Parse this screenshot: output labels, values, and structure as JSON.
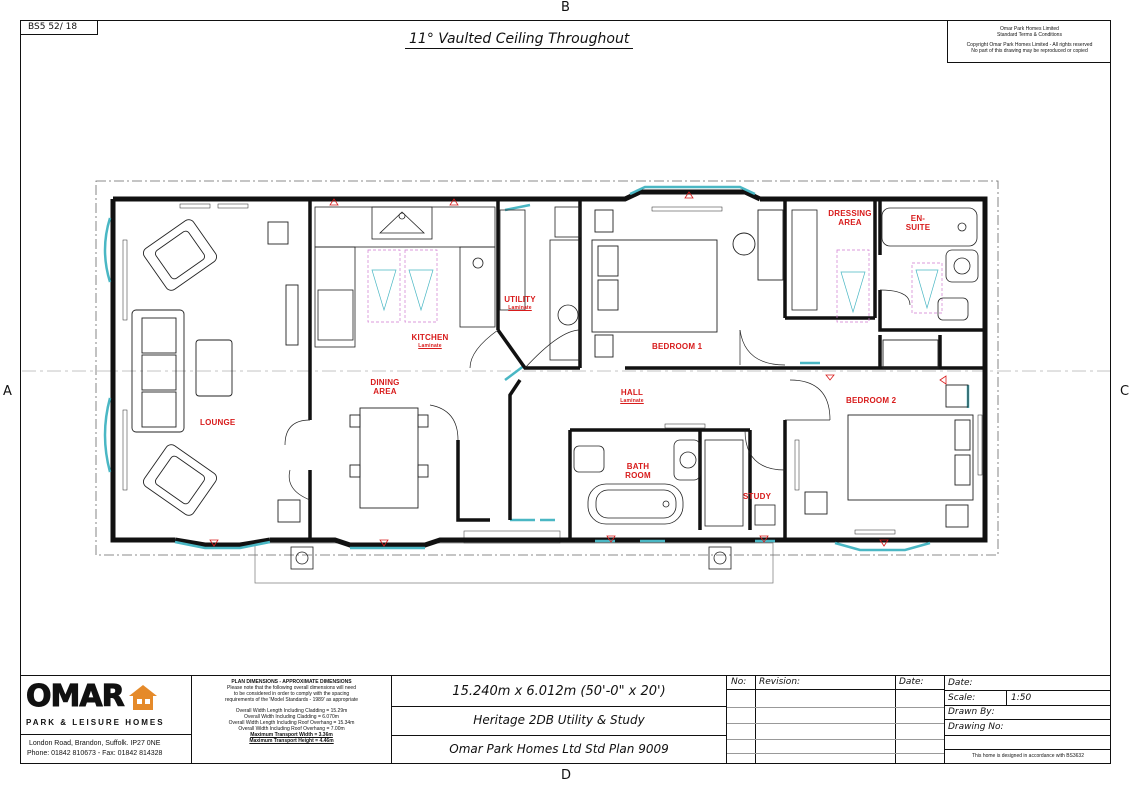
{
  "drawing_ref": "BS5 52/ 18",
  "grid": {
    "top": "B",
    "left": "A",
    "right": "C",
    "bottom": "D"
  },
  "heading": "11° Vaulted Ceiling Throughout",
  "copyright_notice": [
    "Omar Park Homes Limited",
    "Standard Terms & Conditions",
    "Copyright Omar Park Homes Limited - All rights reserved",
    "No part of this drawing may be reproduced or copied"
  ],
  "rooms": {
    "lounge": "LOUNGE",
    "kitchen": "KITCHEN",
    "kitchen_floor": "Laminate",
    "dining": "DINING AREA",
    "utility": "UTILITY",
    "utility_floor": "Laminate",
    "bedroom1": "BEDROOM 1",
    "dressing": "DRESSING AREA",
    "ensuite": "EN- SUITE",
    "hall": "HALL",
    "hall_floor": "Laminate",
    "bedroom2": "BEDROOM 2",
    "bathroom": "BATH ROOM",
    "study": "STUDY"
  },
  "company": {
    "logo": "OMAR",
    "tagline": "PARK & LEISURE HOMES",
    "address": "London Road, Brandon, Suffolk. IP27 0NE",
    "phone": "Phone: 01842 810673 - Fax: 01842 814328"
  },
  "dims_notes": [
    "PLAN DIMENSIONS - APPROXIMATE DIMENSIONS",
    "Please note that the following overall dimensions will need",
    "to be considered in order to comply with the spacing",
    "requirements of the 'Model Standards - 1989' as appropriate",
    "Overall Width Length Including Cladding = 15.29m",
    "Overall Width Including Cladding = 6.070m",
    "Overall Width Length Including Roof Overhang = 15.34m",
    "Overall Width Including Roof Overhang = 7.00m",
    "Maximum Transport Width = 3.36m",
    "Maximum Transport Height = 4.46m"
  ],
  "plan": {
    "size": "15.240m x 6.012m (50'-0\" x 20')",
    "model": "Heritage 2DB Utility & Study",
    "std_plan": "Omar Park Homes Ltd Std Plan 9009"
  },
  "revision": {
    "no_label": "No:",
    "revision_label": "Revision:",
    "date_label": "Date:"
  },
  "info": {
    "date_label": "Date:",
    "scale_label": "Scale:",
    "scale_value": "1:50",
    "drawn_label": "Drawn By:",
    "drawing_no_label": "Drawing No:",
    "footer": "This home is designed in accordance with BS3632"
  }
}
